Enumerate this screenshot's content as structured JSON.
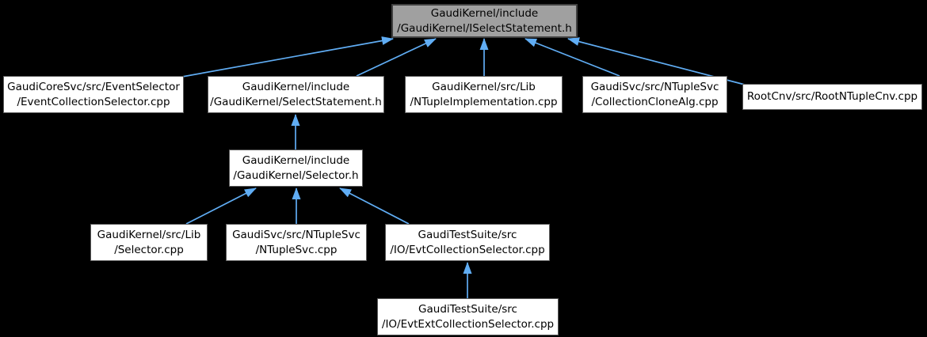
{
  "diagram": {
    "colors": {
      "background": "#000000",
      "edge": "#60ADF4",
      "node_fill": "#FFFFFF",
      "node_border": "#5A5A5A",
      "current_node_fill": "#A0A0A0",
      "current_node_border": "#404040",
      "text": "#000000"
    },
    "nodes": [
      {
        "id": "iselectstatement_h",
        "current": true,
        "lines": [
          "GaudiKernel/include",
          "/GaudiKernel/ISelectStatement.h"
        ]
      },
      {
        "id": "eventcollectionselector_cpp",
        "lines": [
          "GaudiCoreSvc/src/EventSelector",
          "/EventCollectionSelector.cpp"
        ]
      },
      {
        "id": "selectstatement_h",
        "lines": [
          "GaudiKernel/include",
          "/GaudiKernel/SelectStatement.h"
        ]
      },
      {
        "id": "ntupleimplementation_cpp",
        "lines": [
          "GaudiKernel/src/Lib",
          "/NTupleImplementation.cpp"
        ]
      },
      {
        "id": "collectionclonealg_cpp",
        "lines": [
          "GaudiSvc/src/NTupleSvc",
          "/CollectionCloneAlg.cpp"
        ]
      },
      {
        "id": "rootntuplecnv_cpp",
        "lines": [
          "RootCnv/src/RootNTupleCnv.cpp"
        ]
      },
      {
        "id": "selector_h",
        "lines": [
          "GaudiKernel/include",
          "/GaudiKernel/Selector.h"
        ]
      },
      {
        "id": "selector_cpp",
        "lines": [
          "GaudiKernel/src/Lib",
          "/Selector.cpp"
        ]
      },
      {
        "id": "ntuplesvc_cpp",
        "lines": [
          "GaudiSvc/src/NTupleSvc",
          "/NTupleSvc.cpp"
        ]
      },
      {
        "id": "evtcollectionselector_cpp",
        "lines": [
          "GaudiTestSuite/src",
          "/IO/EvtCollectionSelector.cpp"
        ]
      },
      {
        "id": "evtextcollectionselector_cpp",
        "lines": [
          "GaudiTestSuite/src",
          "/IO/EvtExtCollectionSelector.cpp"
        ]
      }
    ],
    "edges": [
      {
        "from": "eventcollectionselector_cpp",
        "to": "iselectstatement_h"
      },
      {
        "from": "selectstatement_h",
        "to": "iselectstatement_h"
      },
      {
        "from": "ntupleimplementation_cpp",
        "to": "iselectstatement_h"
      },
      {
        "from": "collectionclonealg_cpp",
        "to": "iselectstatement_h"
      },
      {
        "from": "rootntuplecnv_cpp",
        "to": "iselectstatement_h"
      },
      {
        "from": "selector_h",
        "to": "selectstatement_h"
      },
      {
        "from": "selector_cpp",
        "to": "selector_h"
      },
      {
        "from": "ntuplesvc_cpp",
        "to": "selector_h"
      },
      {
        "from": "evtcollectionselector_cpp",
        "to": "selector_h"
      },
      {
        "from": "evtextcollectionselector_cpp",
        "to": "evtcollectionselector_cpp"
      }
    ]
  }
}
